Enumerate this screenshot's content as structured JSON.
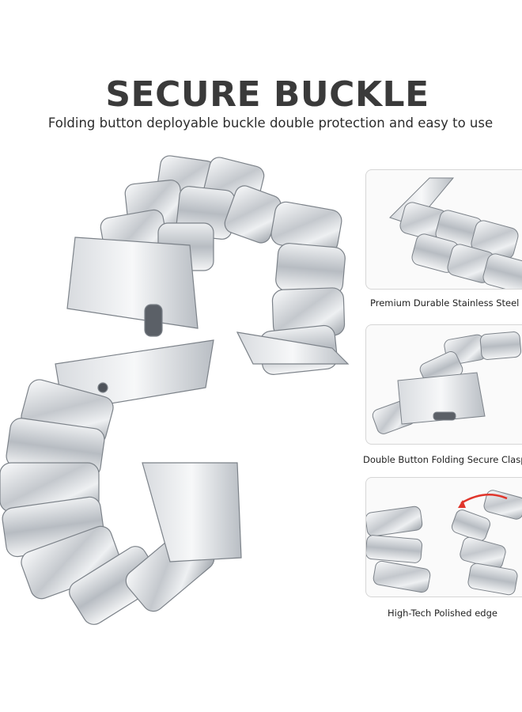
{
  "header": {
    "title": "SECURE BUCKLE",
    "subtitle": "Folding button deployable buckle double protection and easy to use"
  },
  "features": [
    {
      "caption": "Premium Durable Stainless Steel",
      "icon": "steel-band-closeup"
    },
    {
      "caption": "Double Button Folding Secure Clasp",
      "icon": "folding-clasp-closeup"
    },
    {
      "caption": "High-Tech Polished edge",
      "icon": "polished-edge-closeup"
    }
  ],
  "colors": {
    "steel_light": "#f2f3f4",
    "steel_mid": "#c9ccd0",
    "steel_dark": "#8e939a",
    "accent_red": "#e0352b",
    "text": "#3a3a3a"
  }
}
